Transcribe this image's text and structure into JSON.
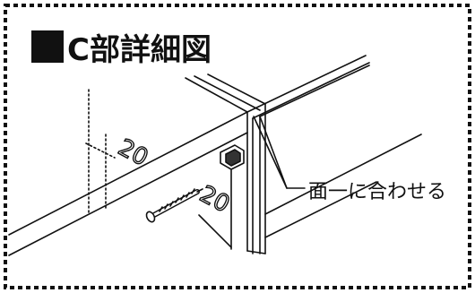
{
  "title": {
    "text": "C部詳細図",
    "marker_icon": "black-square"
  },
  "callout": {
    "text": "面一に合わせる"
  },
  "dimensions": {
    "upper": "20",
    "lower": "20"
  },
  "colors": {
    "line": "#111111",
    "background": "#ffffff"
  }
}
